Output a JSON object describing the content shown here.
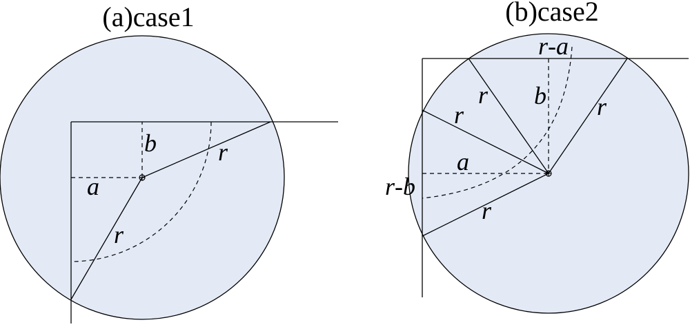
{
  "colors": {
    "disk_fill": "#e3eaf6",
    "stroke": "#000000"
  },
  "case1": {
    "title": "(a)case1",
    "label_b": "b",
    "label_a": "a",
    "label_r_upper": "r",
    "label_r_lower": "r"
  },
  "case2": {
    "title": "(b)case2",
    "label_r_minus_a": "r",
    "label_r_minus_a_dash": "-",
    "label_r_minus_a_a": "a",
    "label_r_left_upper": "r",
    "label_b": "b",
    "label_r_right": "r",
    "label_r_left_mid": "r",
    "label_a": "a",
    "label_r_minus_b": "r",
    "label_r_minus_b_dash": "-",
    "label_r_minus_b_b": "b",
    "label_r_lower": "r"
  }
}
